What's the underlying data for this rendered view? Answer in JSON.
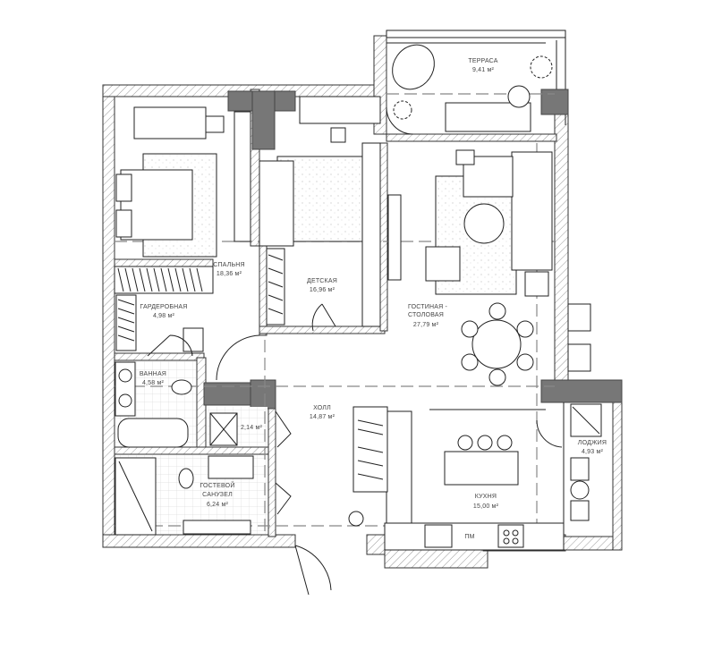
{
  "plan": {
    "rooms": {
      "terrace": {
        "name": "ТЕРРАСА",
        "area": "9,41 м²"
      },
      "bedroom": {
        "name": "СПАЛЬНЯ",
        "area": "18,36 м²"
      },
      "kids": {
        "name": "ДЕТСКАЯ",
        "area": "16,96 м²"
      },
      "living": {
        "name1": "ГОСТИНАЯ -",
        "name2": "СТОЛОВАЯ",
        "area": "27,79 м²"
      },
      "wardrobe": {
        "name": "ГАРДЕРОБНАЯ",
        "area": "4,98 м²"
      },
      "bath": {
        "name": "ВАННАЯ",
        "area": "4,58 м²"
      },
      "hall": {
        "name": "ХОЛЛ",
        "area": "14,87 м²"
      },
      "utility": {
        "area": "2,14 м²"
      },
      "guest_wc": {
        "name1": "ГОСТЕВОЙ",
        "name2": "САНУЗЕЛ",
        "area": "6,24 м²"
      },
      "kitchen": {
        "name": "КУХНЯ",
        "area": "15,00 м²"
      },
      "loggia": {
        "name": "ЛОДЖИЯ",
        "area": "4,93 м²"
      }
    },
    "dishwasher_label": "ПМ"
  }
}
